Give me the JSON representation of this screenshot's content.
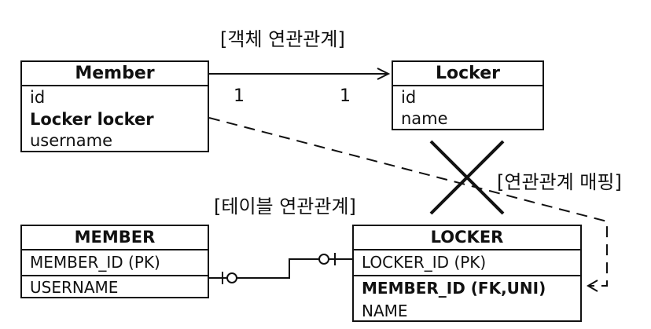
{
  "object_section": {
    "title": "[객체 연관관계]",
    "member": {
      "name": "Member",
      "fields": [
        "id",
        "Locker locker",
        "username"
      ]
    },
    "locker": {
      "name": "Locker",
      "fields": [
        "id",
        "name"
      ]
    },
    "multiplicity_left": "1",
    "multiplicity_right": "1"
  },
  "mapping_label": "[연관관계 매핑]",
  "table_section": {
    "title": "[테이블 연관관계]",
    "member_table": {
      "name": "MEMBER",
      "columns": [
        "MEMBER_ID (PK)",
        "USERNAME"
      ]
    },
    "locker_table": {
      "name": "LOCKER",
      "columns": [
        "LOCKER_ID (PK)",
        "MEMBER_ID (FK,UNI)",
        "NAME"
      ]
    }
  }
}
